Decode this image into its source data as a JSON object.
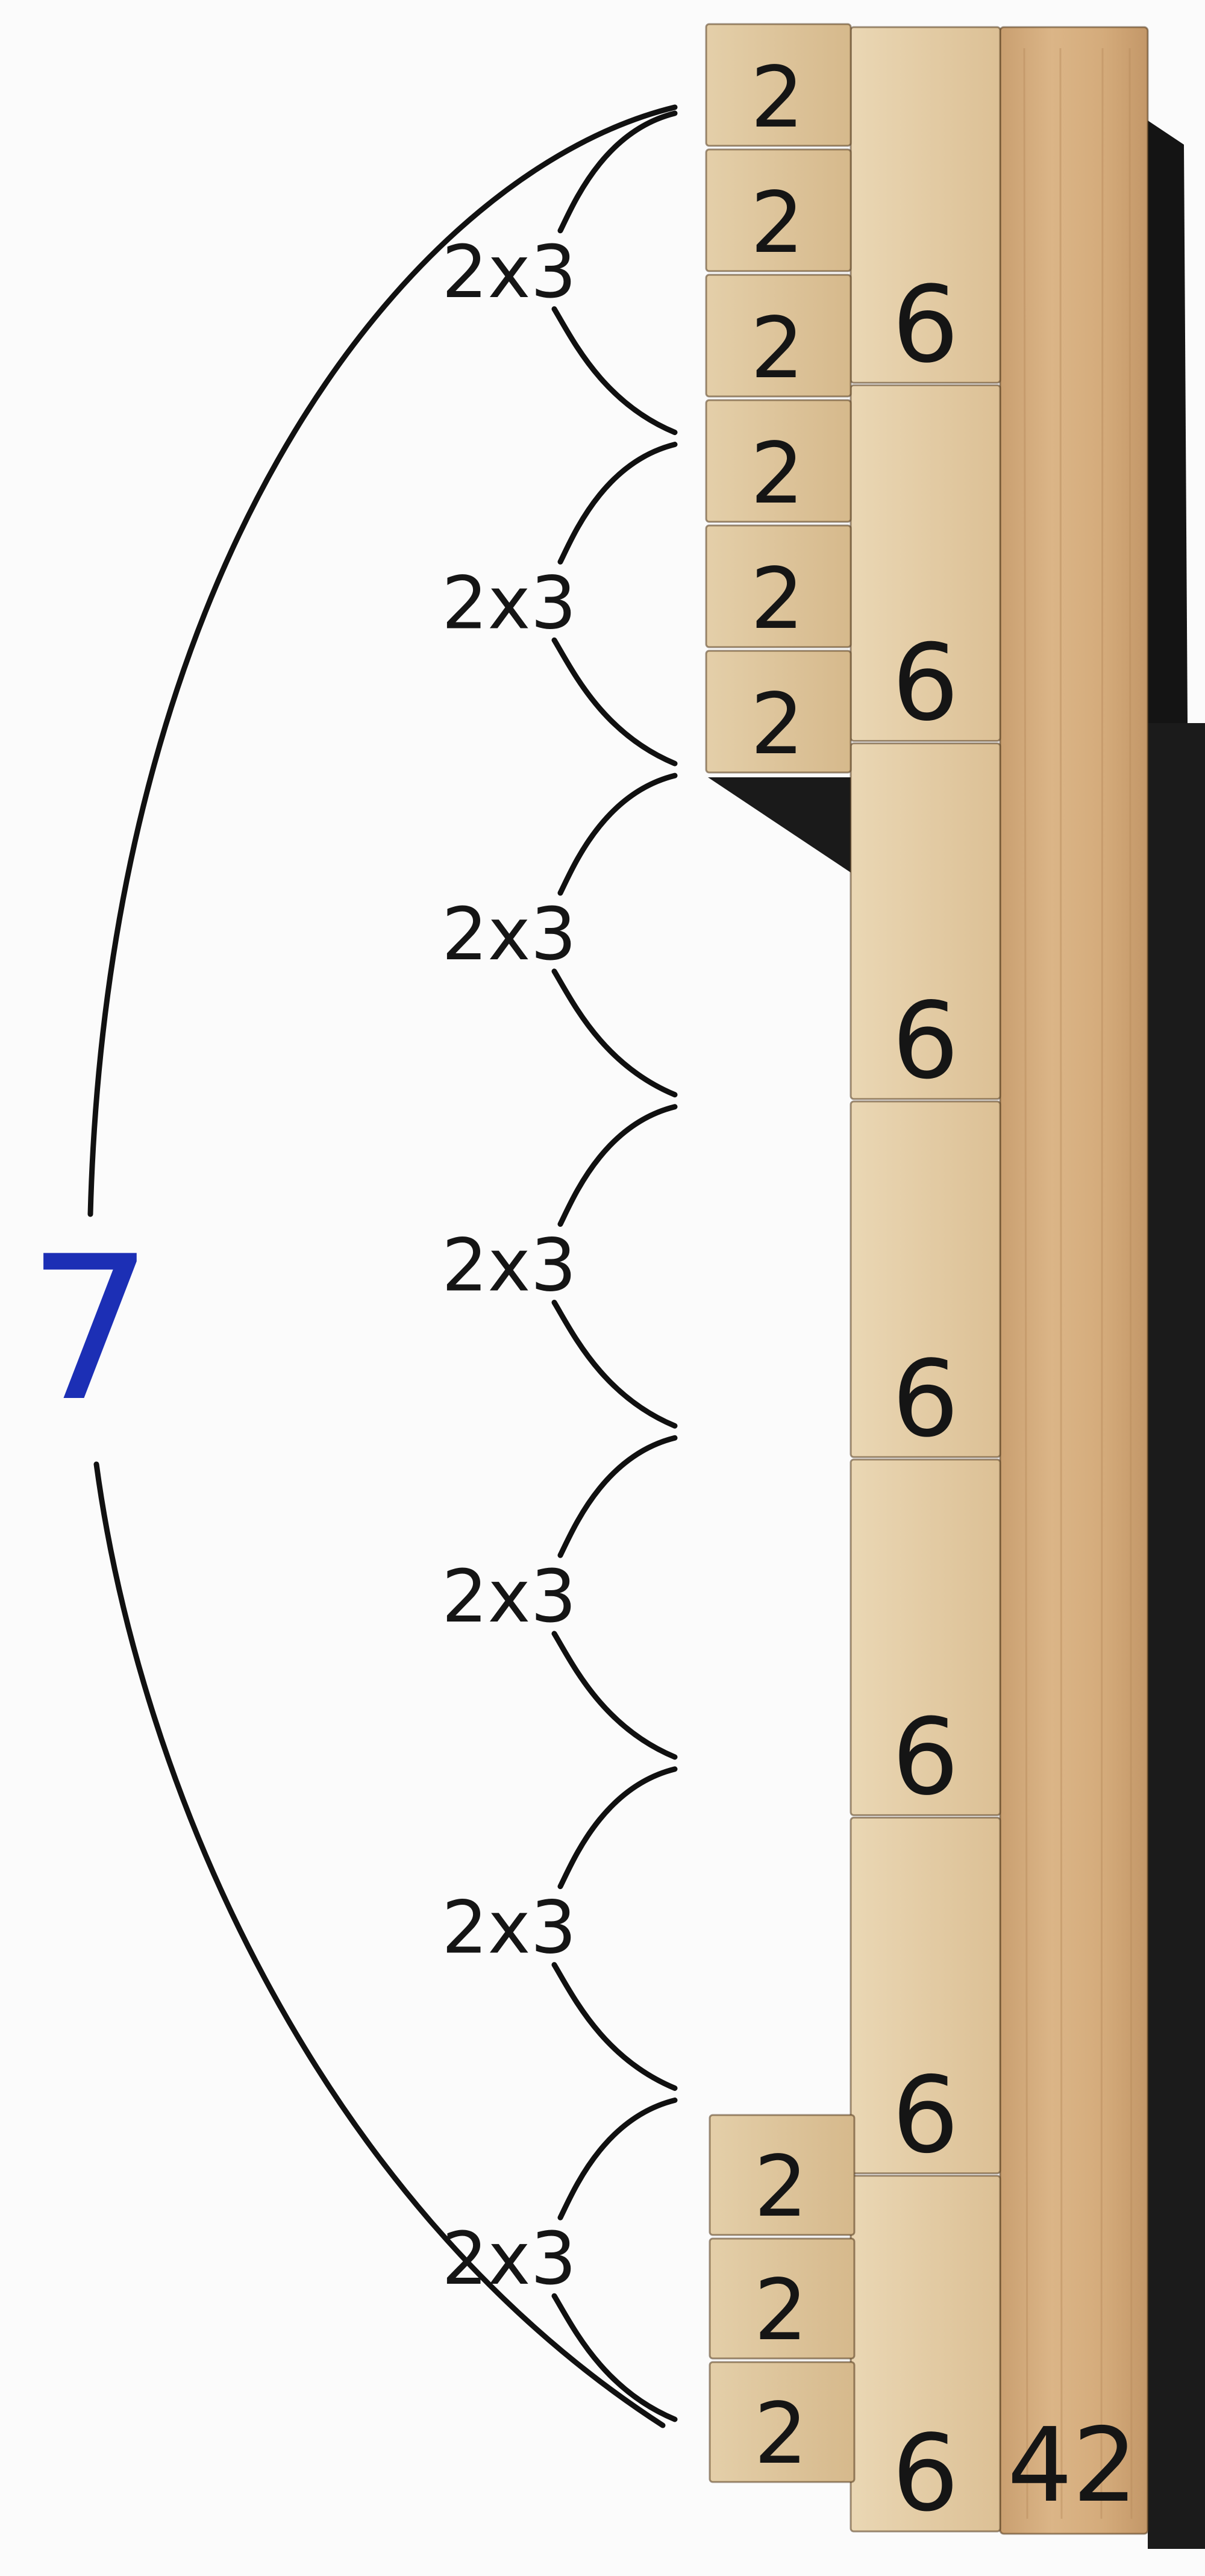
{
  "photo": {
    "total_label": "7",
    "rod_label": "42",
    "six_label": "6",
    "two_label": "2",
    "group_label": "2x3",
    "six_count": 7,
    "two_count_top": 6,
    "two_count_bottom": 3,
    "group_count": 7,
    "colors": {
      "ink": "#111111",
      "blue_ink": "#1c2fb5",
      "wood_light": "#e8d3ad",
      "wood_mid": "#d9b98a",
      "wood_rod": "#d2aa7c",
      "shadow": "#1a1a1a"
    }
  }
}
